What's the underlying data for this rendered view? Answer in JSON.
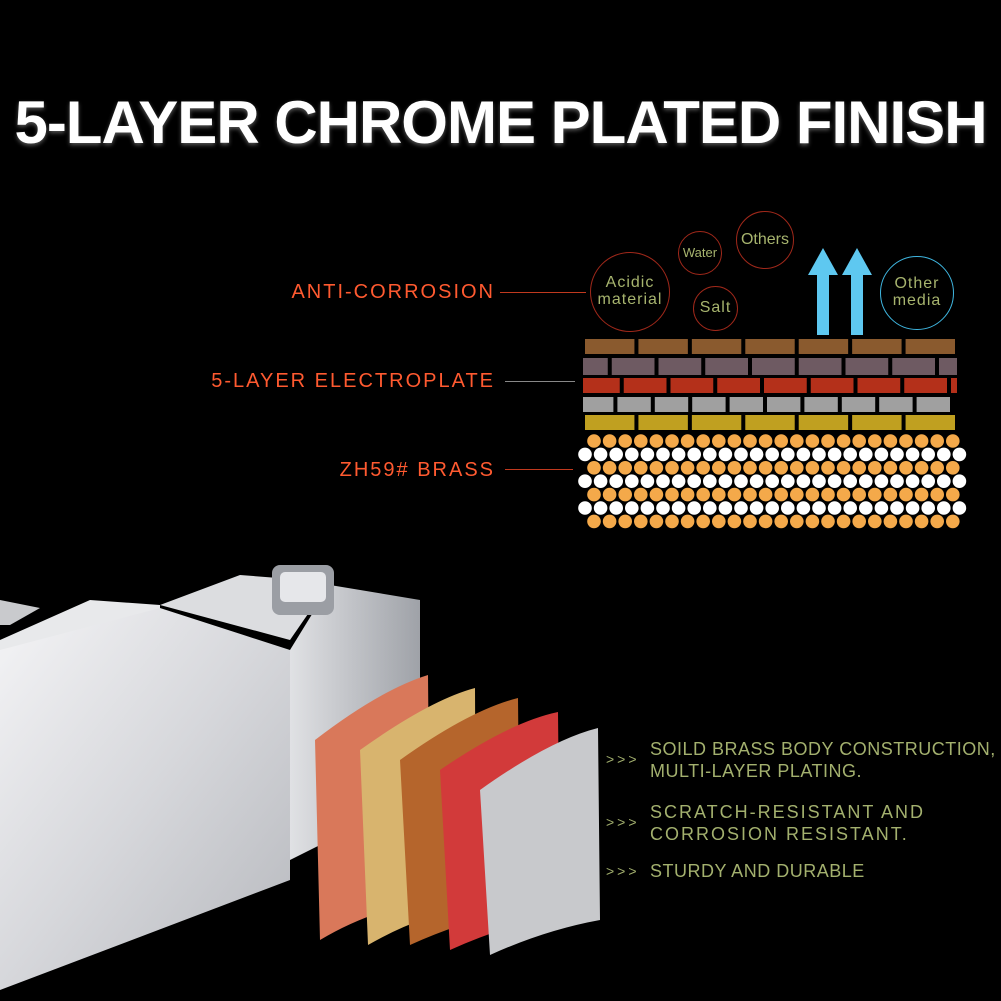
{
  "title": "5-LAYER CHROME PLATED FINISH",
  "labels": {
    "anti_corrosion": "ANTI-CORROSION",
    "electroplate": "5-LAYER ELECTROPLATE",
    "brass": "ZH59# BRASS"
  },
  "bubbles": {
    "acidic": "Acidic material",
    "water": "Water",
    "others": "Others",
    "salt": "Salt",
    "other_media": "Other media"
  },
  "bullets": [
    {
      "marker": ">>>",
      "line1": "SOILD BRASS BODY CONSTRUCTION,",
      "line2": "MULTI-LAYER PLATING."
    },
    {
      "marker": ">>>",
      "line1": "SCRATCH-RESISTANT AND",
      "line2": "CORROSION RESISTANT."
    },
    {
      "marker": ">>>",
      "line1": "STURDY AND DURABLE"
    }
  ],
  "colors": {
    "title": "#ffffff",
    "label": "#ff5a30",
    "bullet": "#a3b06e",
    "arrow": "#5ec8f0",
    "layers": [
      "#8a5a2e",
      "#6e5a62",
      "#b4301a",
      "#a0a0a0",
      "#c0a020"
    ],
    "brass_dots": [
      "#f4a94a",
      "#ffffff"
    ]
  }
}
